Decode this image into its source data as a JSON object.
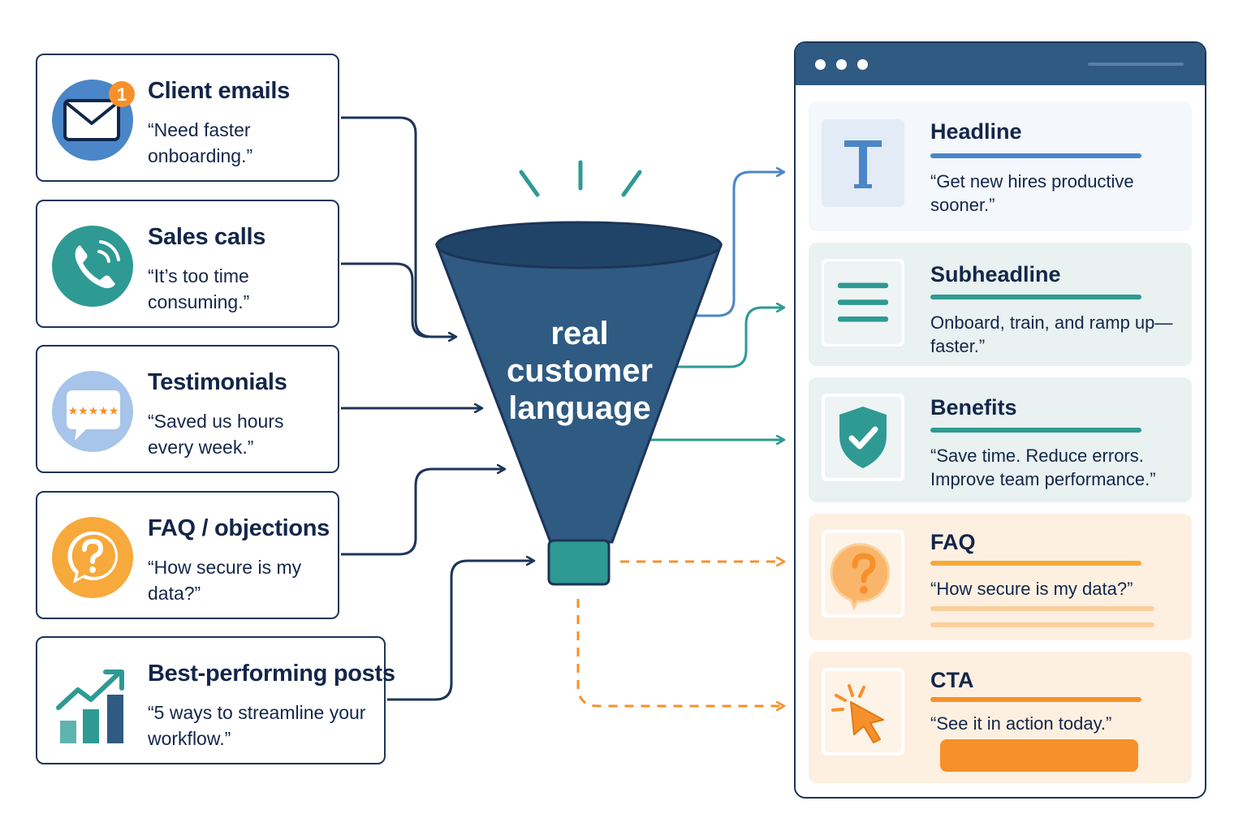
{
  "sources": [
    {
      "title": "Client emails",
      "quote": "“Need faster onboarding.”",
      "icon": "mail-icon",
      "badge": "1",
      "color": "#4a86c8"
    },
    {
      "title": "Sales calls",
      "quote": "“It’s too time consuming.”",
      "icon": "phone-icon",
      "color": "#2e9a93"
    },
    {
      "title": "Testimonials",
      "quote": "“Saved us hours every week.”",
      "icon": "speech-bubble-stars-icon",
      "stars": "★★★★★",
      "color": "#a7c4ea"
    },
    {
      "title": "FAQ / objections",
      "quote": "“How secure is my data?”",
      "icon": "question-bubble-icon",
      "color": "#f7a93b"
    },
    {
      "title": "Best-performing posts",
      "quote": "“5 ways to streamline your workflow.”",
      "icon": "growth-chart-icon",
      "color": "#2e6f9e"
    }
  ],
  "funnel": {
    "label_lines": [
      "real",
      "customer",
      "language"
    ],
    "color": "#2f5a82",
    "spout_color": "#2e9a93"
  },
  "page": {
    "sections": [
      {
        "title": "Headline",
        "text": "“Get new hires productive sooner.”",
        "icon": "text-t-icon",
        "accent": "#4a86c8"
      },
      {
        "title": "Subheadline",
        "text": "Onboard, train, and ramp up—faster.”",
        "icon": "lines-icon",
        "accent": "#2e9a93"
      },
      {
        "title": "Benefits",
        "text": "“Save time. Reduce errors. Improve team performance.”",
        "icon": "shield-check-icon",
        "accent": "#2e9a93"
      },
      {
        "title": "FAQ",
        "text": "“How secure is my data?”",
        "icon": "question-bubble-icon",
        "accent": "#f7a93b"
      },
      {
        "title": "CTA",
        "text": "“See it in action today.”",
        "icon": "cursor-click-icon",
        "accent": "#f7902a"
      }
    ]
  },
  "colors": {
    "navy": "#1d3557",
    "blue": "#4a86c8",
    "teal": "#2e9a93",
    "orange": "#f7902a"
  }
}
